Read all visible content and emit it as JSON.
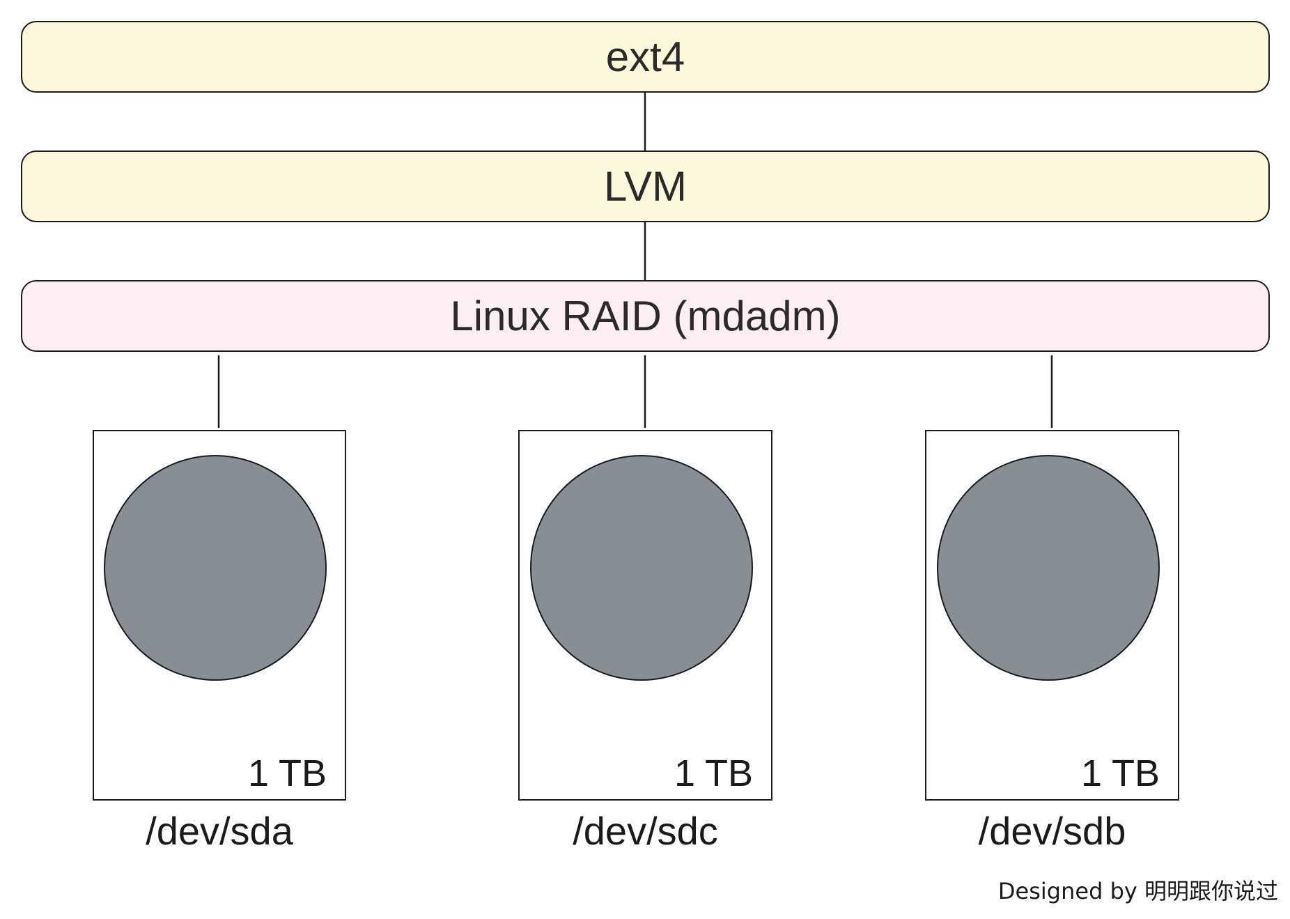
{
  "colors": {
    "fs_layer_fill": "#fdf8dc",
    "raid_layer_fill": "#fdeef2",
    "platter_fill": "#878e95",
    "stroke": "#1a1a1a"
  },
  "layers": {
    "filesystem": {
      "label": "ext4"
    },
    "volume_manager": {
      "label": "LVM"
    },
    "raid": {
      "label": "Linux RAID (mdadm)"
    }
  },
  "disks": [
    {
      "device": "/dev/sda",
      "capacity": "1 TB"
    },
    {
      "device": "/dev/sdc",
      "capacity": "1 TB"
    },
    {
      "device": "/dev/sdb",
      "capacity": "1 TB"
    }
  ],
  "credit": "Designed by 明明跟你说过"
}
